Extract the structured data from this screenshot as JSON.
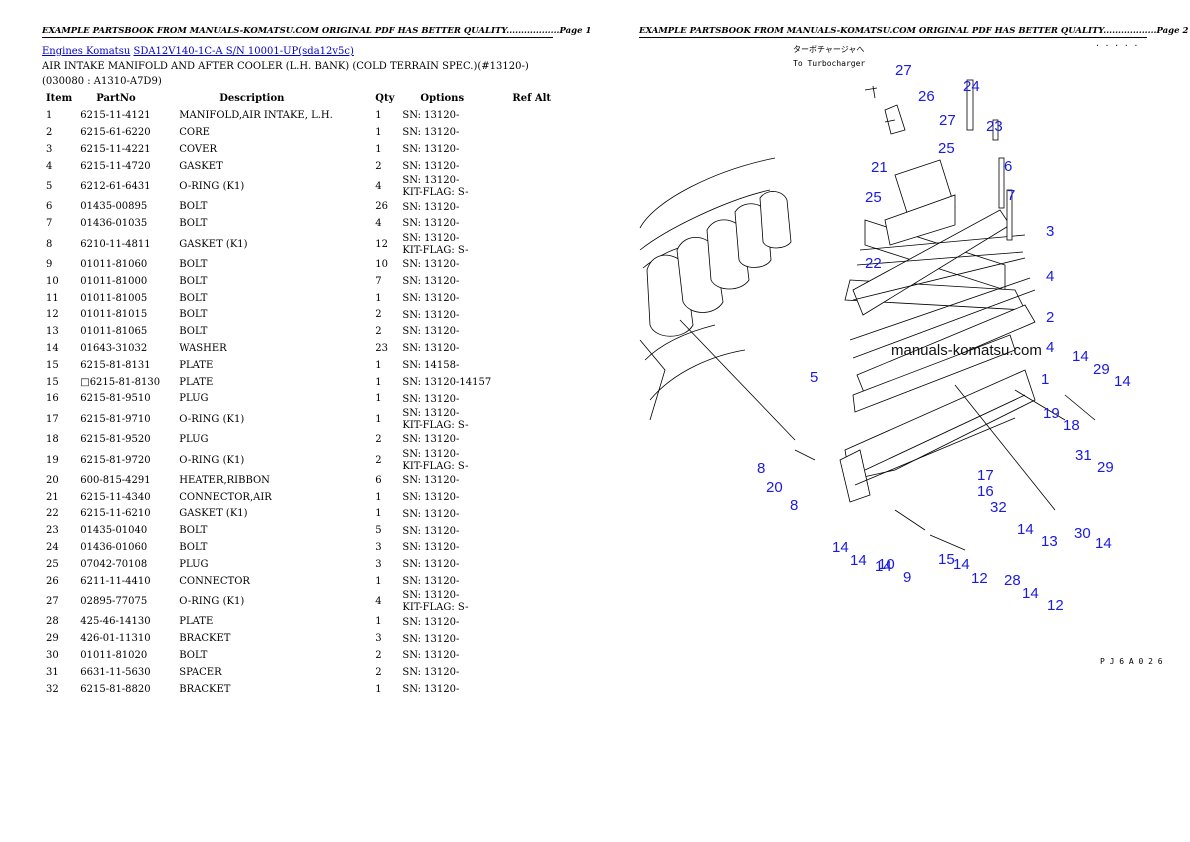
{
  "header": {
    "page1": "EXAMPLE PARTSBOOK FROM MANUALS-KOMATSU.COM ORIGINAL PDF HAS BETTER QUALITY..................Page 1",
    "page2": "EXAMPLE PARTSBOOK FROM MANUALS-KOMATSU.COM ORIGINAL PDF HAS BETTER QUALITY..................Page 2"
  },
  "breadcrumb": {
    "link1": "Engines Komatsu",
    "link2": "SDA12V140-1C-A S/N 10001-UP(sda12v5c)"
  },
  "title": "AIR INTAKE MANIFOLD AND AFTER COOLER (L.H. BANK) (COLD TERRAIN SPEC.)(#13120-)(030080 : A1310-A7D9)",
  "table": {
    "columns": [
      "Item",
      "PartNo",
      "Description",
      "Qty",
      "Options",
      "Ref Alt"
    ],
    "rows": [
      {
        "item": "1",
        "part": "6215-11-4121",
        "desc": "MANIFOLD,AIR INTAKE, L.H.",
        "qty": "1",
        "opt": "SN: 13120-",
        "opt2": ""
      },
      {
        "item": "2",
        "part": "6215-61-6220",
        "desc": "CORE",
        "qty": "1",
        "opt": "SN: 13120-",
        "opt2": ""
      },
      {
        "item": "3",
        "part": "6215-11-4221",
        "desc": "COVER",
        "qty": "1",
        "opt": "SN: 13120-",
        "opt2": ""
      },
      {
        "item": "4",
        "part": "6215-11-4720",
        "desc": "GASKET",
        "qty": "2",
        "opt": "SN: 13120-",
        "opt2": ""
      },
      {
        "item": "5",
        "part": "6212-61-6431",
        "desc": "O-RING (K1)",
        "qty": "4",
        "opt": "SN: 13120-",
        "opt2": "KIT-FLAG: S-"
      },
      {
        "item": "6",
        "part": "01435-00895",
        "desc": "BOLT",
        "qty": "26",
        "opt": "SN: 13120-",
        "opt2": ""
      },
      {
        "item": "7",
        "part": "01436-01035",
        "desc": "BOLT",
        "qty": "4",
        "opt": "SN: 13120-",
        "opt2": ""
      },
      {
        "item": "8",
        "part": "6210-11-4811",
        "desc": "GASKET (K1)",
        "qty": "12",
        "opt": "SN: 13120-",
        "opt2": "KIT-FLAG: S-"
      },
      {
        "item": "9",
        "part": "01011-81060",
        "desc": "BOLT",
        "qty": "10",
        "opt": "SN: 13120-",
        "opt2": ""
      },
      {
        "item": "10",
        "part": "01011-81000",
        "desc": "BOLT",
        "qty": "7",
        "opt": "SN: 13120-",
        "opt2": ""
      },
      {
        "item": "11",
        "part": "01011-81005",
        "desc": "BOLT",
        "qty": "1",
        "opt": "SN: 13120-",
        "opt2": ""
      },
      {
        "item": "12",
        "part": "01011-81015",
        "desc": "BOLT",
        "qty": "2",
        "opt": "SN: 13120-",
        "opt2": ""
      },
      {
        "item": "13",
        "part": "01011-81065",
        "desc": "BOLT",
        "qty": "2",
        "opt": "SN: 13120-",
        "opt2": ""
      },
      {
        "item": "14",
        "part": "01643-31032",
        "desc": "WASHER",
        "qty": "23",
        "opt": "SN: 13120-",
        "opt2": ""
      },
      {
        "item": "15",
        "part": "6215-81-8131",
        "desc": "PLATE",
        "qty": "1",
        "opt": "SN: 14158-",
        "opt2": ""
      },
      {
        "item": "15",
        "part": "□6215-81-8130",
        "desc": "PLATE",
        "qty": "1",
        "opt": "SN: 13120-14157",
        "opt2": ""
      },
      {
        "item": "16",
        "part": "6215-81-9510",
        "desc": "PLUG",
        "qty": "1",
        "opt": "SN: 13120-",
        "opt2": ""
      },
      {
        "item": "17",
        "part": "6215-81-9710",
        "desc": "O-RING (K1)",
        "qty": "1",
        "opt": "SN: 13120-",
        "opt2": "KIT-FLAG: S-"
      },
      {
        "item": "18",
        "part": "6215-81-9520",
        "desc": "PLUG",
        "qty": "2",
        "opt": "SN: 13120-",
        "opt2": ""
      },
      {
        "item": "19",
        "part": "6215-81-9720",
        "desc": "O-RING (K1)",
        "qty": "2",
        "opt": "SN: 13120-",
        "opt2": "KIT-FLAG: S-"
      },
      {
        "item": "20",
        "part": "600-815-4291",
        "desc": "HEATER,RIBBON",
        "qty": "6",
        "opt": "SN: 13120-",
        "opt2": ""
      },
      {
        "item": "21",
        "part": "6215-11-4340",
        "desc": "CONNECTOR,AIR",
        "qty": "1",
        "opt": "SN: 13120-",
        "opt2": ""
      },
      {
        "item": "22",
        "part": "6215-11-6210",
        "desc": "GASKET (K1)",
        "qty": "1",
        "opt": "SN: 13120-",
        "opt2": ""
      },
      {
        "item": "23",
        "part": "01435-01040",
        "desc": "BOLT",
        "qty": "5",
        "opt": "SN: 13120-",
        "opt2": ""
      },
      {
        "item": "24",
        "part": "01436-01060",
        "desc": "BOLT",
        "qty": "3",
        "opt": "SN: 13120-",
        "opt2": ""
      },
      {
        "item": "25",
        "part": "07042-70108",
        "desc": "PLUG",
        "qty": "3",
        "opt": "SN: 13120-",
        "opt2": ""
      },
      {
        "item": "26",
        "part": "6211-11-4410",
        "desc": "CONNECTOR",
        "qty": "1",
        "opt": "SN: 13120-",
        "opt2": ""
      },
      {
        "item": "27",
        "part": "02895-77075",
        "desc": "O-RING (K1)",
        "qty": "4",
        "opt": "SN: 13120-",
        "opt2": "KIT-FLAG: S-"
      },
      {
        "item": "28",
        "part": "425-46-14130",
        "desc": "PLATE",
        "qty": "1",
        "opt": "SN: 13120-",
        "opt2": ""
      },
      {
        "item": "29",
        "part": "426-01-11310",
        "desc": "BRACKET",
        "qty": "3",
        "opt": "SN: 13120-",
        "opt2": ""
      },
      {
        "item": "30",
        "part": "01011-81020",
        "desc": "BOLT",
        "qty": "2",
        "opt": "SN: 13120-",
        "opt2": ""
      },
      {
        "item": "31",
        "part": "6631-11-5630",
        "desc": "SPACER",
        "qty": "2",
        "opt": "SN: 13120-",
        "opt2": ""
      },
      {
        "item": "32",
        "part": "6215-81-8820",
        "desc": "BRACKET",
        "qty": "1",
        "opt": "SN: 13120-",
        "opt2": ""
      }
    ]
  },
  "diagram": {
    "jp_note": "ターボチャージャへ",
    "en_note": "To Turbocharger",
    "watermark": "manuals-komatsu.com",
    "code": "P J 6 A 0 2 6",
    "labels": [
      "27",
      "24",
      "26",
      "27",
      "23",
      "25",
      "6",
      "21",
      "7",
      "25",
      "3",
      "22",
      "4",
      "2",
      "4",
      "14",
      "29",
      "14",
      "1",
      "5",
      "19",
      "18",
      "31",
      "29",
      "17",
      "16",
      "32",
      "8",
      "20",
      "8",
      "14",
      "14",
      "13",
      "14",
      "30",
      "14",
      "10",
      "14",
      "9",
      "15",
      "14",
      "12",
      "28",
      "14",
      "12"
    ]
  }
}
